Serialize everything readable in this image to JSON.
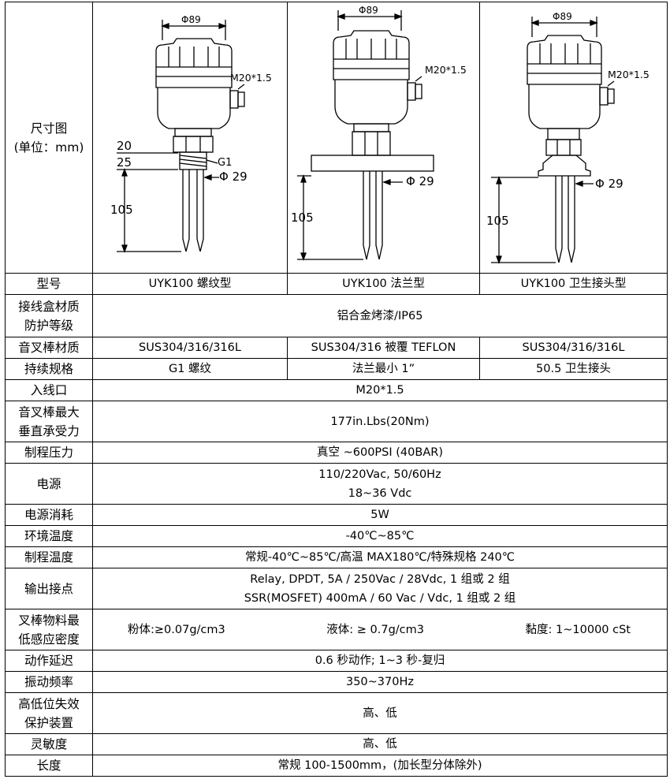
{
  "dimension_row": {
    "label_1": "尺寸图",
    "label_2": "(单位：mm)",
    "threaded": {
      "diameter": "Φ89",
      "cable": "M20*1.5",
      "dim_20": "20",
      "dim_25": "25",
      "thread": "G1",
      "fork_diameter": "Φ 29",
      "length": "105"
    },
    "flange": {
      "diameter": "Φ89",
      "cable": "M20*1.5",
      "fork_diameter": "Φ 29",
      "length": "105"
    },
    "sanitary": {
      "diameter": "Φ89",
      "cable": "M20*1.5",
      "fork_diameter": "Φ 29",
      "length": "105"
    }
  },
  "rows": {
    "model": {
      "label": "型号",
      "threaded": "UYK100 螺纹型",
      "flange": "UYK100 法兰型",
      "sanitary": "UYK100 卫生接头型"
    },
    "housing": {
      "label_1": "接线盒材质",
      "label_2": "防护等级",
      "value": "铝合金烤漆/IP65"
    },
    "fork_material": {
      "label": "音叉棒材质",
      "threaded": "SUS304/316/316L",
      "flange": "SUS304/316 被覆 TEFLON",
      "sanitary": "SUS304/316/316L"
    },
    "connection": {
      "label": "持续规格",
      "threaded": "G1 螺纹",
      "flange": "法兰最小 1”",
      "sanitary": "50.5 卫生接头"
    },
    "cable_entry": {
      "label": "入线口",
      "value": "M20*1.5"
    },
    "max_force": {
      "label_1": "音叉棒最大",
      "label_2": "垂直承受力",
      "value": "177in.Lbs(20Nm)"
    },
    "process_pressure": {
      "label": "制程压力",
      "value": "真空 ~600PSI (40BAR)"
    },
    "power": {
      "label": "电源",
      "value_1": "110/220Vac, 50/60Hz",
      "value_2": "18~36 Vdc"
    },
    "consumption": {
      "label": "电源消耗",
      "value": "5W"
    },
    "ambient_temp": {
      "label": "环境温度",
      "value": "-40℃~85℃"
    },
    "process_temp": {
      "label": "制程温度",
      "value": "常规-40℃~85℃/高温 MAX180℃/特殊规格 240℃"
    },
    "output": {
      "label": "输出接点",
      "value_1": "Relay, DPDT, 5A / 250Vac / 28Vdc, 1 组或 2 组",
      "value_2": "SSR(MOSFET) 400mA / 60 Vac / Vdc, 1 组或 2 组"
    },
    "min_density": {
      "label_1": "叉棒物料最",
      "label_2": "低感应密度",
      "powder": "粉体:≥0.07g/cm3",
      "liquid": "液体: ≥ 0.7g/cm3",
      "viscosity": "黏度: 1~10000 cSt"
    },
    "delay": {
      "label": "动作延迟",
      "value": "0.6 秒动作; 1~3 秒-复归"
    },
    "frequency": {
      "label": "振动频率",
      "value": "350~370Hz"
    },
    "failsafe": {
      "label_1": "高低位失效",
      "label_2": "保护装置",
      "value": "高、低"
    },
    "sensitivity": {
      "label": "灵敏度",
      "value": "高、低"
    },
    "length": {
      "label": "长度",
      "value": "常规 100-1500mm，(加长型分体除外)"
    }
  }
}
